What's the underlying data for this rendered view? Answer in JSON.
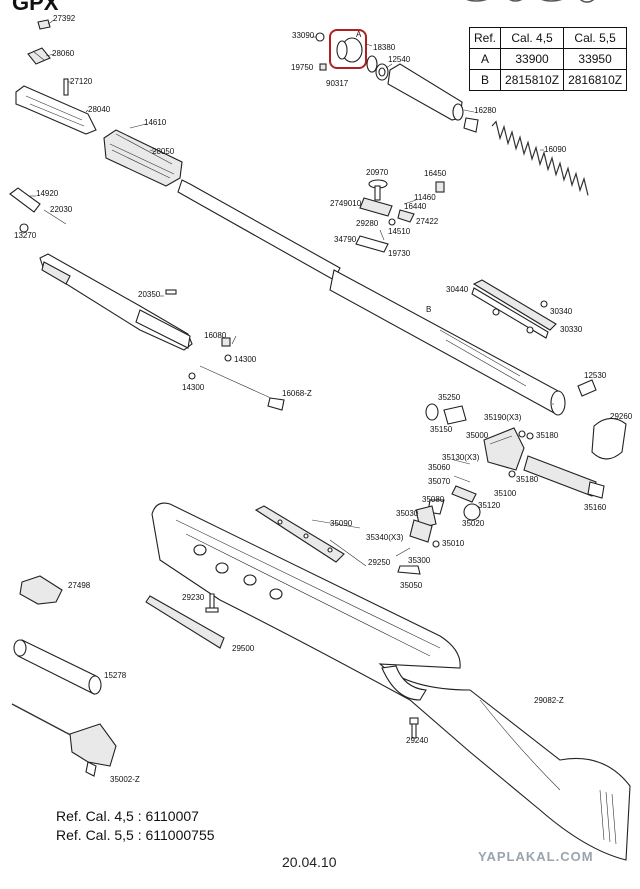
{
  "brand_fragment": "GPX",
  "ref_table": {
    "headers": [
      "Ref.",
      "Cal. 4,5",
      "Cal. 5,5"
    ],
    "rows": [
      [
        "A",
        "33900",
        "33950"
      ],
      [
        "B",
        "2815810Z",
        "2816810Z"
      ]
    ]
  },
  "ref_lines": [
    "Ref. Cal. 4,5 : 6110007",
    "Ref. Cal. 5,5 : 611000755"
  ],
  "date": "20.04.10",
  "watermark": "YAPLAKAL.COM",
  "letters": {
    "a": "A",
    "b": "B"
  },
  "part_labels": {
    "p27392": "27392",
    "p28060": "28060",
    "p27120": "27120",
    "p28040": "28040",
    "p14610": "14610",
    "p28050": "28050",
    "p14920": "14920",
    "p22030": "22030",
    "p13270": "13270",
    "p33090": "33090",
    "p18380": "18380",
    "p12540": "12540",
    "p19750": "19750",
    "p90317": "90317",
    "p16280": "16280",
    "p16090": "16090",
    "p20970": "20970",
    "p16450": "16450",
    "p11460": "11460",
    "p2749010": "2749010",
    "p16440": "16440",
    "p27422": "27422",
    "p29280": "29280",
    "p14510": "14510",
    "p34790": "34790",
    "p19730": "19730",
    "p20350": "20350",
    "p16080": "16080",
    "p14300a": "14300",
    "p14300b": "14300",
    "p16068": "16068-Z",
    "p30440": "30440",
    "p30340": "30340",
    "p30330": "30330",
    "p12530": "12530",
    "p29260": "29260",
    "p35250": "35250",
    "p35150": "35150",
    "p35190": "35190(X3)",
    "p35000": "35000",
    "p35180a": "35180",
    "p35130": "35130(X3)",
    "p35060": "35060",
    "p35180b": "35180",
    "p35070": "35070",
    "p35100": "35100",
    "p35080": "35080",
    "p35120": "35120",
    "p35160": "35160",
    "p35030": "35030",
    "p35020": "35020",
    "p35090": "35090",
    "p35340": "35340(X3)",
    "p35010": "35010",
    "p29250": "29250",
    "p35300": "35300",
    "p35050": "35050",
    "p27498": "27498",
    "p29230": "29230",
    "p29500": "29500",
    "p15278": "15278",
    "p29082": "29082-Z",
    "p29240": "29240",
    "p35002": "35002-Z"
  }
}
